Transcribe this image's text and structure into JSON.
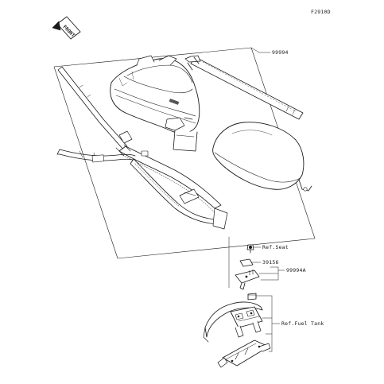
{
  "figure_id": "F2910D",
  "front_label": "FRONT",
  "callouts": {
    "kit": "99994",
    "ref_seal": "Ref.Seat",
    "plate": "39156",
    "bracket_kit": "99994A",
    "ref_fuel_tank": "Ref.Fuel Tank"
  }
}
